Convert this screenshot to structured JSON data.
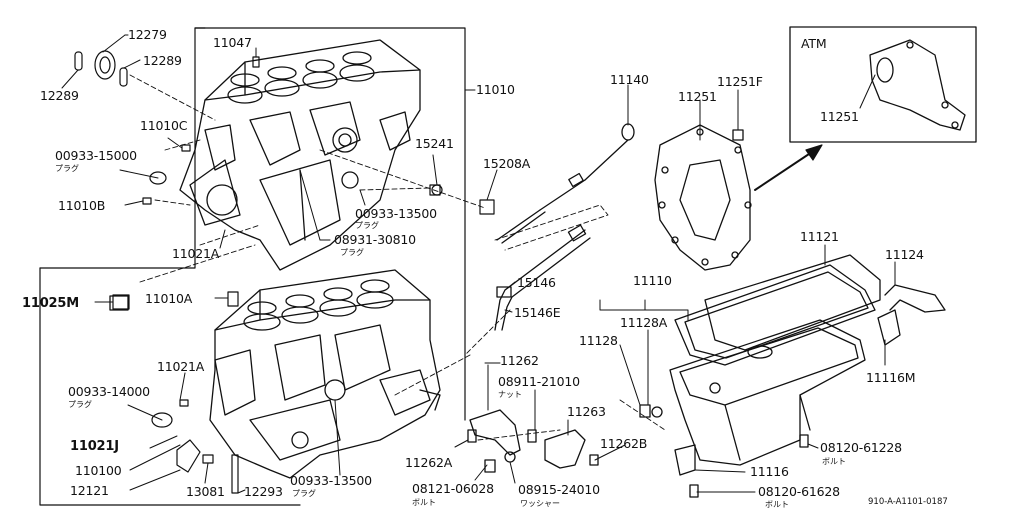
{
  "diagram": {
    "reference_code": "910-A-A1101-0187",
    "atm_box_title": "ATM",
    "labels": {
      "p12279": "12279",
      "p12289a": "12289",
      "p12289b": "12289",
      "p11047": "11047",
      "p11010": "11010",
      "p11140": "11140",
      "p11251F": "11251F",
      "p11251": "11251",
      "p11251atm": "11251",
      "p11010C": "11010C",
      "p00933_15000": "00933-15000",
      "p15241": "15241",
      "p15208A": "15208A",
      "p11010B": "11010B",
      "p00933_13500a": "00933-13500",
      "p08931_30810": "08931-30810",
      "p11021A_a": "11021A",
      "p11121": "11121",
      "p11124": "11124",
      "p11025M": "11025M",
      "p15146": "15146",
      "p11110": "11110",
      "p11010A": "11010A",
      "p15146E": "15146E",
      "p11128A": "11128A",
      "p11128": "11128",
      "p11262": "11262",
      "p11021A_b": "11021A",
      "p08911_21010": "08911-21010",
      "p11116M": "11116M",
      "p00933_14000": "00933-14000",
      "p11263": "11263",
      "p11021J": "11021J",
      "p11262A": "11262A",
      "p11262B": "11262B",
      "p110100": "110100",
      "p08120_61228": "08120-61228",
      "p12121": "12121",
      "p13081": "13081",
      "p12293": "12293",
      "p00933_13500b": "00933-13500",
      "p11116": "11116",
      "p08121_06028": "08121-06028",
      "p08915_24010": "08915-24010",
      "p08120_61628": "08120-61628"
    },
    "sublabels": {
      "s_plug1": "プラグ",
      "s_plug2": "プラグ",
      "s_plug3": "プラグ",
      "s_plug4": "プラグ",
      "s_plug5": "プラグ",
      "s_nut": "ナット",
      "s_bolt1": "ボルト",
      "s_bolt2": "ボルト",
      "s_bolt3": "ボルト",
      "s_washer": "ワッシャー"
    }
  }
}
